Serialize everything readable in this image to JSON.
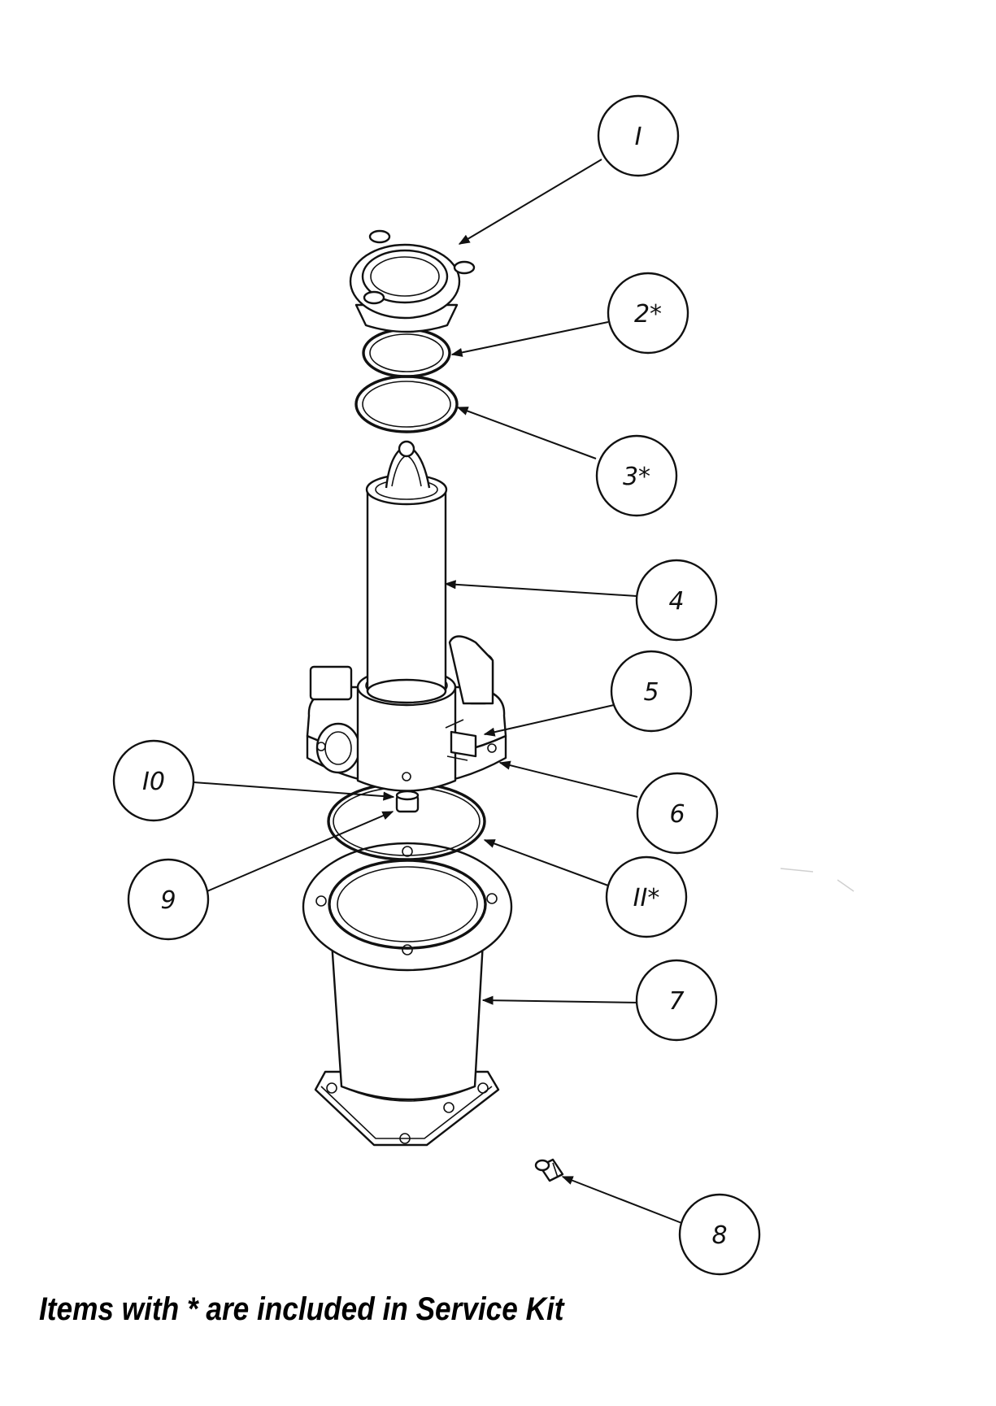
{
  "callouts": [
    {
      "id": "1",
      "label": "I"
    },
    {
      "id": "2",
      "label": "2*"
    },
    {
      "id": "3",
      "label": "3*"
    },
    {
      "id": "4",
      "label": "4"
    },
    {
      "id": "5",
      "label": "5"
    },
    {
      "id": "6",
      "label": "6"
    },
    {
      "id": "7",
      "label": "7"
    },
    {
      "id": "8",
      "label": "8"
    },
    {
      "id": "9",
      "label": "9"
    },
    {
      "id": "10",
      "label": "I0"
    },
    {
      "id": "11",
      "label": "II*"
    }
  ],
  "footnote": "Items with * are included in Service Kit"
}
